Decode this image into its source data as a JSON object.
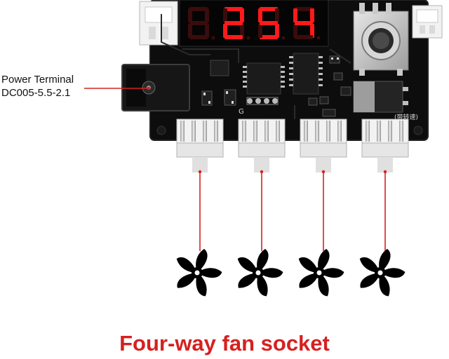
{
  "power_terminal": {
    "line1": "Power Terminal",
    "line2": "DC005-5.5-2.1"
  },
  "display": {
    "digits": [
      "8",
      "2",
      "5",
      "4"
    ],
    "lit": [
      false,
      true,
      true,
      true
    ]
  },
  "board_marks": {
    "g_label": "G",
    "speed_label": "(带转速)"
  },
  "caption": "Four-way fan socket",
  "colors": {
    "pcb": "#0d0d0d",
    "led_on": "#ff1a1a",
    "led_off": "#3a0c0c",
    "lead_line": "#d62020",
    "caption": "#d62020",
    "connector": "#f2f2f2",
    "fan": "#000000"
  },
  "icons": [
    "fan-icon",
    "fan-icon",
    "fan-icon",
    "fan-icon"
  ]
}
